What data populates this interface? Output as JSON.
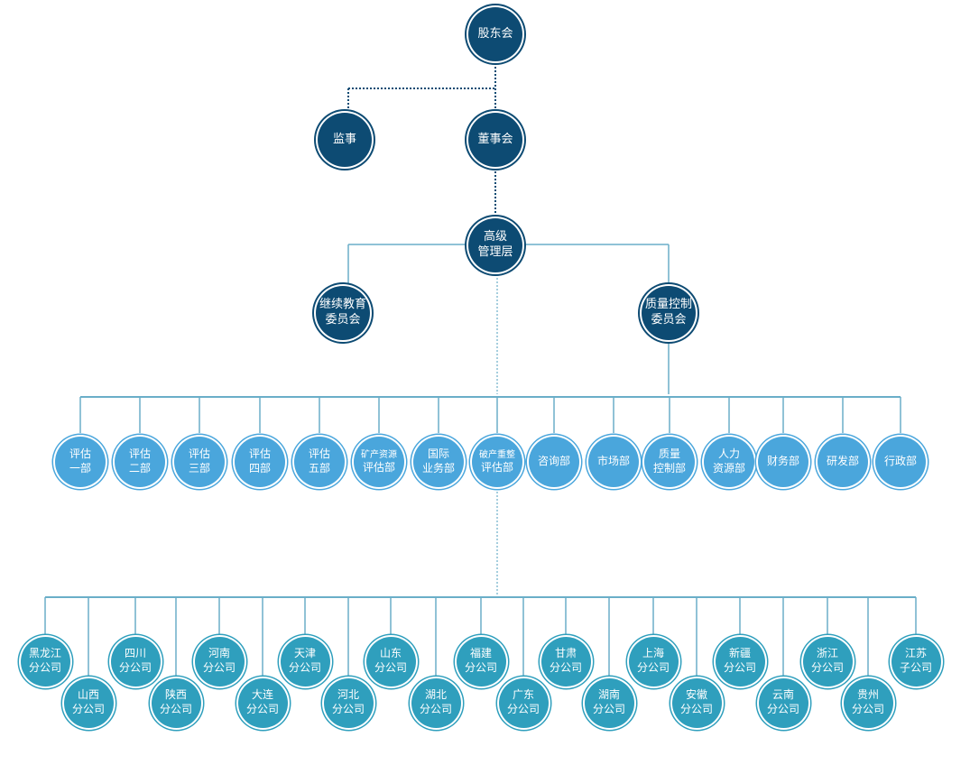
{
  "colors": {
    "dark_node": "#0d4b73",
    "dept_node": "#4aa6dc",
    "branch_node": "#2f9fbd",
    "line": "#6aaec8"
  },
  "top": {
    "shareholders": [
      "股东会"
    ],
    "supervisor": [
      "监事"
    ],
    "board": [
      "董事会"
    ],
    "management": [
      "高级",
      "管理层"
    ],
    "education_committee": [
      "继续教育",
      "委员会"
    ],
    "quality_committee": [
      "质量控制",
      "委员会"
    ]
  },
  "departments": [
    [
      "评估",
      "一部"
    ],
    [
      "评估",
      "二部"
    ],
    [
      "评估",
      "三部"
    ],
    [
      "评估",
      "四部"
    ],
    [
      "评估",
      "五部"
    ],
    [
      "矿产资源",
      "评估部"
    ],
    [
      "国际",
      "业务部"
    ],
    [
      "破产重整",
      "评估部"
    ],
    [
      "咨询部"
    ],
    [
      "市场部"
    ],
    [
      "质量",
      "控制部"
    ],
    [
      "人力",
      "资源部"
    ],
    [
      "财务部"
    ],
    [
      "研发部"
    ],
    [
      "行政部"
    ]
  ],
  "branches": [
    [
      "黑龙江",
      "分公司"
    ],
    [
      "山西",
      "分公司"
    ],
    [
      "四川",
      "分公司"
    ],
    [
      "陕西",
      "分公司"
    ],
    [
      "河南",
      "分公司"
    ],
    [
      "大连",
      "分公司"
    ],
    [
      "天津",
      "分公司"
    ],
    [
      "河北",
      "分公司"
    ],
    [
      "山东",
      "分公司"
    ],
    [
      "湖北",
      "分公司"
    ],
    [
      "福建",
      "分公司"
    ],
    [
      "广东",
      "分公司"
    ],
    [
      "甘肃",
      "分公司"
    ],
    [
      "湖南",
      "分公司"
    ],
    [
      "上海",
      "分公司"
    ],
    [
      "安徽",
      "分公司"
    ],
    [
      "新疆",
      "分公司"
    ],
    [
      "云南",
      "分公司"
    ],
    [
      "浙江",
      "分公司"
    ],
    [
      "贵州",
      "分公司"
    ],
    [
      "江苏",
      "子公司"
    ]
  ]
}
